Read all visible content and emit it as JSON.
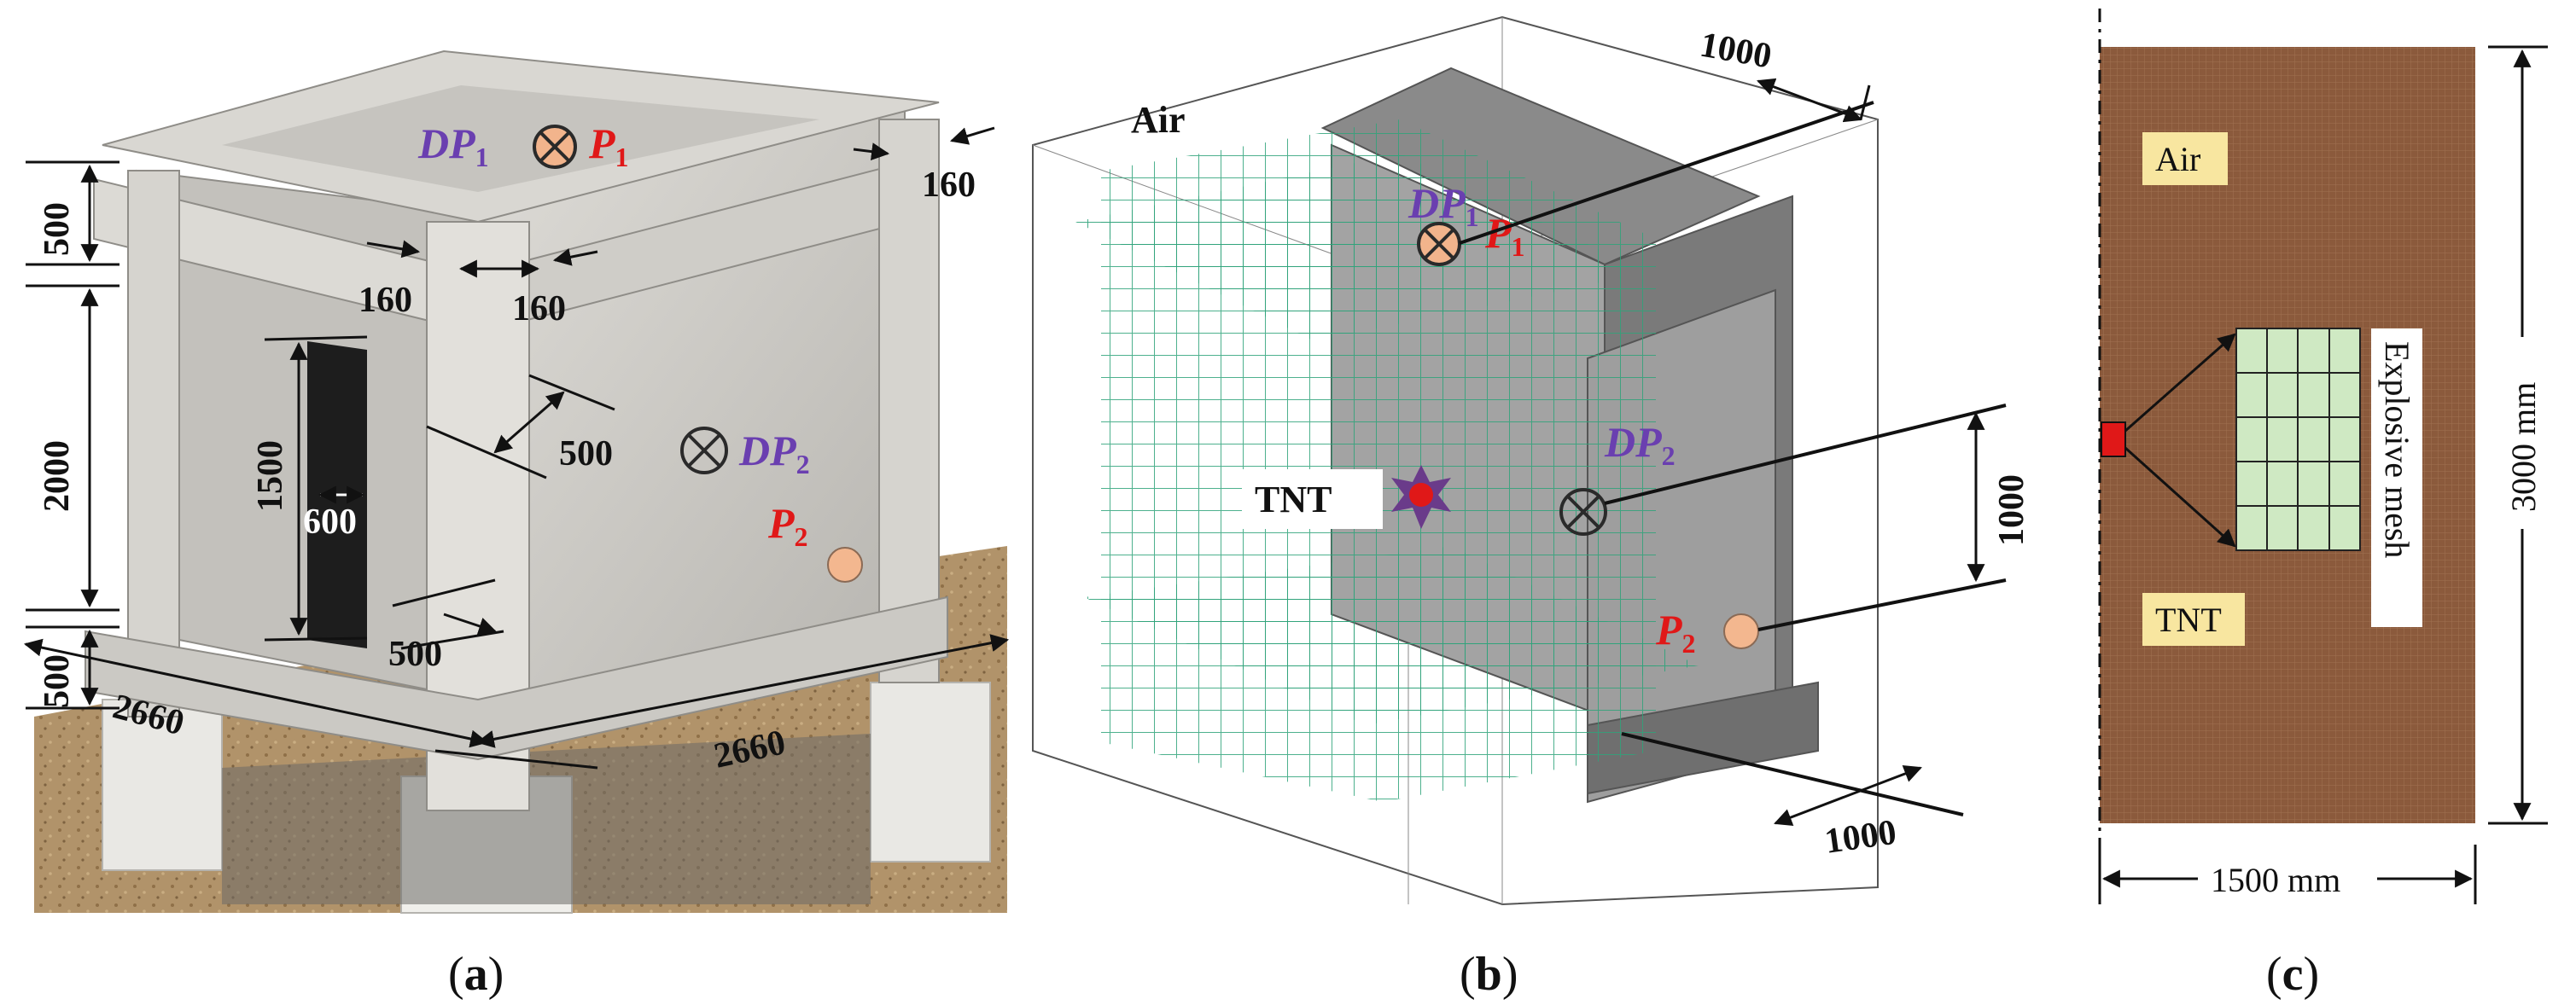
{
  "panel_a": {
    "caption_letter": "a",
    "dims": {
      "top_slab": "500",
      "beam_width": "160",
      "col_width_1": "160",
      "col_width_2": "160",
      "wall_height": "2000",
      "bottom_slab": "500",
      "opening_height": "1500",
      "opening_width": "600",
      "wall_dist": "500",
      "ground_dist": "500",
      "span_left": "2660",
      "span_right": "2660"
    },
    "dp1": {
      "main": "DP",
      "sub": "1"
    },
    "p1": {
      "main": "P",
      "sub": "1"
    },
    "dp2": {
      "main": "DP",
      "sub": "2"
    },
    "p2": {
      "main": "P",
      "sub": "2"
    }
  },
  "panel_b": {
    "caption_letter": "b",
    "air_label": "Air",
    "tnt_label": "TNT",
    "dims": {
      "top": "1000",
      "right": "1000",
      "bottom": "1000"
    },
    "dp1": {
      "main": "DP",
      "sub": "1"
    },
    "p1": {
      "main": "P",
      "sub": "1"
    },
    "dp2": {
      "main": "DP",
      "sub": "2"
    },
    "p2": {
      "main": "P",
      "sub": "2"
    }
  },
  "panel_c": {
    "caption_letter": "c",
    "air_label": "Air",
    "tnt_label": "TNT",
    "mesh_label": "Explosive mesh",
    "height_label": "3000 mm",
    "width_label": "1500 mm"
  },
  "colors": {
    "concrete": "#c9c7c2",
    "concrete_dark": "#9e9c97",
    "ground": "#a88a5e",
    "mesh_green": "#2fa37a",
    "steel_gray": "#7d7d7d",
    "air_brown": "#8b5a3c",
    "tnt_red": "#e01818",
    "label_yellow": "#f8e6a0",
    "mesh_cell": "#cfe9c3",
    "purple": "#6a3fb0",
    "red": "#e01818"
  }
}
